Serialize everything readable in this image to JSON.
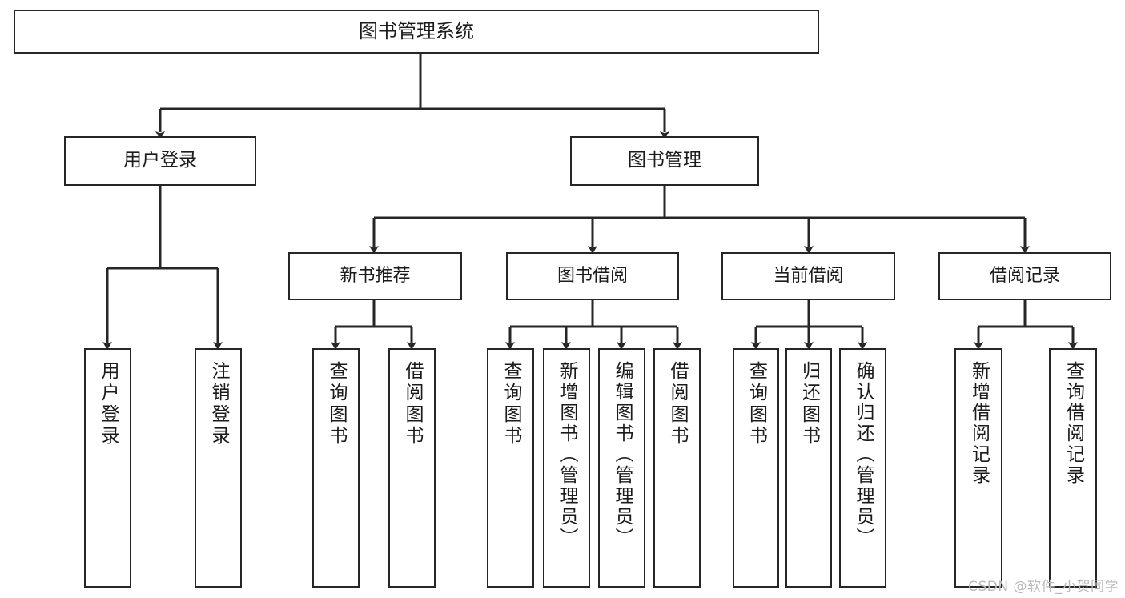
{
  "diagram": {
    "type": "hierarchy-tree",
    "title": "图书管理系统",
    "root": {
      "label": "图书管理系统"
    },
    "level2": [
      {
        "label": "用户登录"
      },
      {
        "label": "图书管理"
      }
    ],
    "level3": [
      {
        "label": "新书推荐"
      },
      {
        "label": "图书借阅"
      },
      {
        "label": "当前借阅"
      },
      {
        "label": "借阅记录"
      }
    ],
    "leaves": {
      "user_login": [
        {
          "label": "用户登录"
        },
        {
          "label": "注销登录"
        }
      ],
      "new_book_recommend": [
        {
          "label": "查询图书"
        },
        {
          "label": "借阅图书"
        }
      ],
      "book_borrow": [
        {
          "label": "查询图书"
        },
        {
          "label": "新增图书（管理员）"
        },
        {
          "label": "编辑图书（管理员）"
        },
        {
          "label": "借阅图书"
        }
      ],
      "current_borrow": [
        {
          "label": "查询图书"
        },
        {
          "label": "归还图书"
        },
        {
          "label": "确认归还（管理员）"
        }
      ],
      "borrow_record": [
        {
          "label": "新增借阅记录"
        },
        {
          "label": "查询借阅记录"
        }
      ]
    }
  },
  "watermark": {
    "text": "CSDN @软件_小贺同学"
  },
  "colors": {
    "background": "#ffffff",
    "box_border": "#262626",
    "box_fill": "#ffffff",
    "text": "#1b1b1b",
    "connector": "#262626",
    "watermark": "#b9b9b9"
  }
}
